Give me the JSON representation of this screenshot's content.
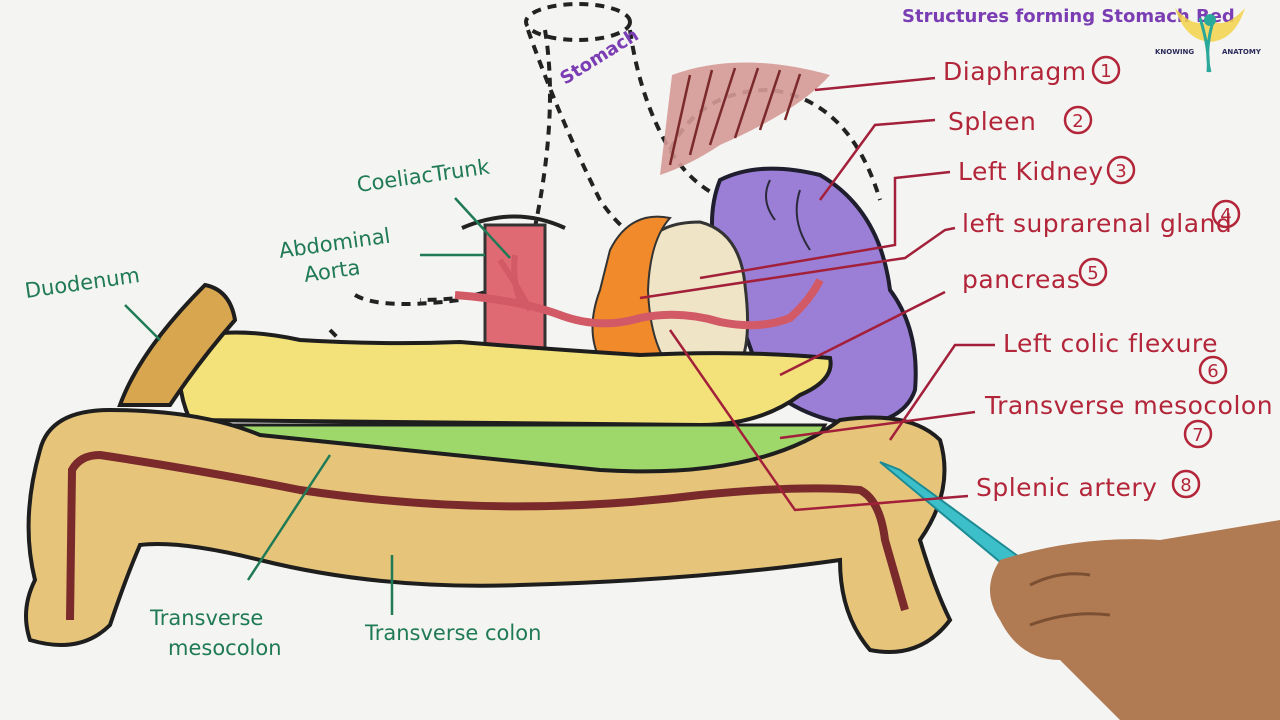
{
  "header": {
    "title": "Structures forming Stomach Bed",
    "brand_left": "KNOWING",
    "brand_right": "ANATOMY",
    "brand_color": "#2aa89a"
  },
  "labels": {
    "stomach": "Stomach",
    "coeliac_trunk": "CoeliacTrunk",
    "abdominal_aorta_line1": "Abdominal",
    "abdominal_aorta_line2": "Aorta",
    "duodenum": "Duodenum",
    "transverse_mesocolon_left_line1": "Transverse",
    "transverse_mesocolon_left_line2": "mesocolon",
    "transverse_colon": "Transverse colon"
  },
  "numbered_structures": [
    {
      "label": "Diaphragm",
      "number": "1"
    },
    {
      "label": "Spleen",
      "number": "2"
    },
    {
      "label": "Left Kidney",
      "number": "3"
    },
    {
      "label": "left suprarenal gland",
      "number": "4"
    },
    {
      "label": "pancreas",
      "number": "5"
    },
    {
      "label": "Left colic flexure",
      "number": "6"
    },
    {
      "label": "Transverse mesocolon",
      "number": "7"
    },
    {
      "label": "Splenic artery",
      "number": "8"
    }
  ],
  "colors": {
    "label_red": "#b3263a",
    "label_green": "#1f7a55",
    "label_purple": "#7a3db3",
    "spleen": "#9b7fd6",
    "pancreas": "#f3e27a",
    "colon": "#e6c57a",
    "mesocolon": "#9fd86a",
    "aorta": "#e06a74",
    "suprarenal": "#f08a2a",
    "kidney": "#efe4c6",
    "pen": "#3cbfc9"
  }
}
